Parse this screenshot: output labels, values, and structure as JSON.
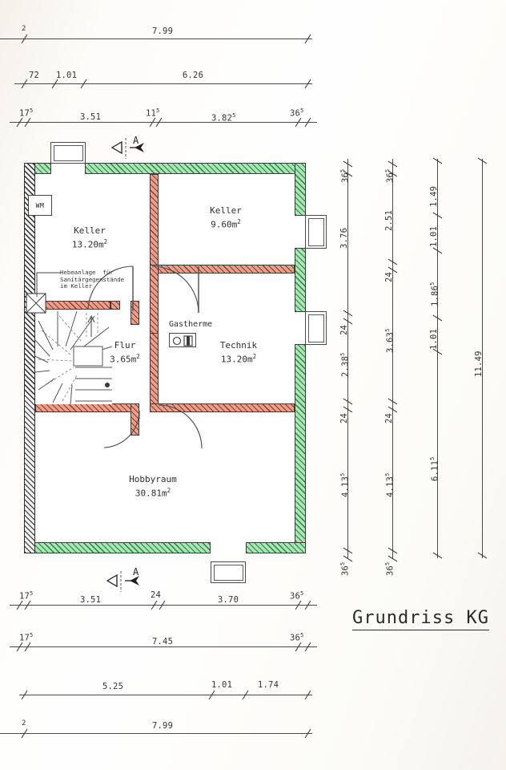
{
  "drawing": {
    "title": "Grundriss  KG",
    "section_marker_letter": "A"
  },
  "rooms": [
    {
      "name": "Keller",
      "area": "13.20m",
      "unit_exp": "2"
    },
    {
      "name": "Keller",
      "area": "9.60m",
      "unit_exp": "2"
    },
    {
      "name": "Flur",
      "area": "3.65m",
      "unit_exp": "2"
    },
    {
      "name": "Technik",
      "area": "13.20m",
      "unit_exp": "2"
    },
    {
      "name": "Hobbyraum",
      "area": "30.81m",
      "unit_exp": "2"
    }
  ],
  "annotations": {
    "hebeanlage": "Hebeanlage  für\nSanitärgegenstände\nim Keller",
    "gastherme": "Gastherme",
    "washing_machine": "WM"
  },
  "dimensions": {
    "top": [
      {
        "labels": [
          "2",
          "7.99"
        ]
      },
      {
        "labels": [
          "72",
          "1.01",
          "6.26"
        ]
      },
      {
        "labels": [
          "17",
          "3.51",
          "11",
          "3.82",
          "36"
        ]
      }
    ],
    "top_row1": {
      "left_mark": "2",
      "span": "7.99"
    },
    "top_row2": {
      "a": "72",
      "b": "1.01",
      "c": "6.26"
    },
    "top_row3": {
      "a": "17",
      "a_sup": "5",
      "b": "3.51",
      "c": "11",
      "c_sup": "5",
      "d": "3.82",
      "d_sup": "5",
      "e": "36",
      "e_sup": "5"
    },
    "bottom_row1": {
      "a": "17",
      "a_sup": "5",
      "b": "3.51",
      "c": "24",
      "d": "3.70",
      "e": "36",
      "e_sup": "5"
    },
    "bottom_row2": {
      "a": "17",
      "a_sup": "5",
      "b": "7.45",
      "c": "36",
      "c_sup": "5"
    },
    "bottom_row3": {
      "a": "5.25",
      "b": "1.01",
      "c": "1.74"
    },
    "bottom_row4": {
      "left_mark": "2",
      "span": "7.99"
    },
    "right_col1": {
      "a": "36",
      "a_sup": "5",
      "b": "3.76",
      "c": "24",
      "d": "2.38",
      "d_sup": "5",
      "e": "24",
      "f": "4.13",
      "f_sup": "5",
      "g": "36",
      "g_sup": "5"
    },
    "right_col2": {
      "a": "36",
      "a_sup": "5",
      "b": "2.51",
      "c": "24",
      "d": "3.63",
      "d_sup": "5",
      "e": "24",
      "f": "4.13",
      "f_sup": "5",
      "g": "36",
      "g_sup": "5"
    },
    "right_col3": {
      "a": "1.49",
      "b": "1.01",
      "c": "1.86",
      "c_sup": "5",
      "d": "1.01",
      "e": "6.11",
      "e_sup": "5"
    },
    "right_col4": {
      "a": "11.49"
    }
  },
  "colors": {
    "exterior_wall": "#a8e6b4",
    "interior_wall": "#e8a08c",
    "stair_wall": "#efefef",
    "line": "#3a3a3a",
    "paper": "#fdfcf9"
  }
}
